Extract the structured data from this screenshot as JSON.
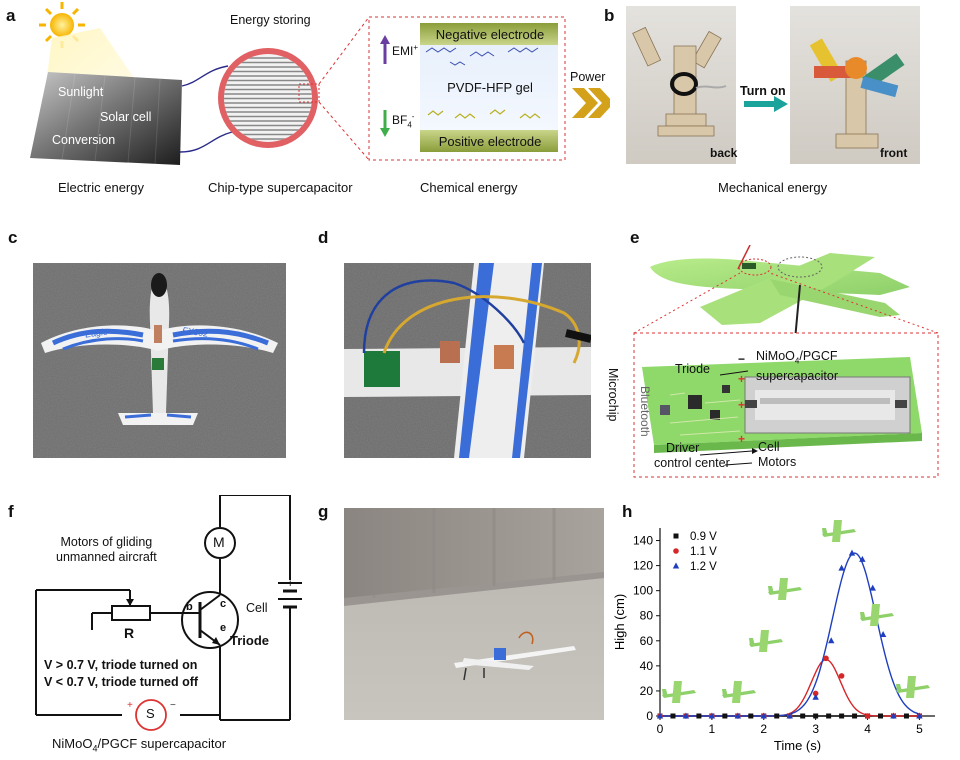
{
  "panel_labels": {
    "a": "a",
    "b": "b",
    "c": "c",
    "d": "d",
    "e": "e",
    "f": "f",
    "g": "g",
    "h": "h"
  },
  "a": {
    "solar_texts": [
      "Sunlight",
      "Solar cell",
      "Conversion"
    ],
    "energy_storing": "Energy storing",
    "gel": {
      "neg": "Negative electrode",
      "gel": "PVDF-HFP gel",
      "pos": "Positive electrode",
      "emi": "EMI",
      "emi_sup": "+",
      "bf": "BF",
      "bf_sub": "4",
      "bf_sup": "-"
    },
    "power": "Power",
    "captions": [
      "Electric energy",
      "Chip-type supercapacitor",
      "Chemical energy"
    ]
  },
  "b": {
    "back": "back",
    "front": "front",
    "turn_on": "Turn on",
    "caption": "Mechanical energy"
  },
  "c": {
    "wing_left": "Eagle",
    "wing_right": "FX802"
  },
  "e": {
    "minus": "−",
    "plus": "+",
    "microchip": "Microchip",
    "triode": "Triode",
    "bluetooth": "Bluetooth",
    "super1": "NiMoO",
    "super1_sub": "4",
    "super1_rest": "/PGCF",
    "super2": "supercapacitor",
    "driver": "Driver",
    "control": "control center",
    "cell": "Cell",
    "motors": "Motors"
  },
  "f": {
    "motors1": "Motors of gliding",
    "motors2": "unmanned aircraft",
    "m": "M",
    "r": "R",
    "b": "b",
    "c": "c",
    "e": "e",
    "triode": "Triode",
    "cell": "Cell",
    "plus": "+",
    "minus": "−",
    "s": "S",
    "cond_on": "V > 0.7 V, triode turned on",
    "cond_off": "V < 0.7 V, triode turned off",
    "cap_main": "NiMoO",
    "cap_sub": "4",
    "cap_rest": "/PGCF supercapacitor"
  },
  "chart_data": {
    "type": "scatter",
    "xlabel": "Time (s)",
    "ylabel": "High (cm)",
    "xlim": [
      0,
      5.3
    ],
    "ylim": [
      0,
      150
    ],
    "xticks": [
      0,
      1,
      2,
      3,
      4,
      5
    ],
    "yticks": [
      0,
      20,
      40,
      60,
      80,
      100,
      120,
      140
    ],
    "legend": "top-left",
    "series": [
      {
        "name": "0.9 V",
        "color": "#111111",
        "marker": "square",
        "x": [
          0,
          0.25,
          0.5,
          0.75,
          1,
          1.25,
          1.5,
          1.75,
          2,
          2.25,
          2.5,
          2.75,
          3,
          3.25,
          3.5,
          3.75,
          4,
          4.25,
          4.5,
          4.75,
          5
        ],
        "y": [
          0,
          0,
          0,
          0,
          0,
          0,
          0,
          0,
          0,
          0,
          0,
          0,
          0,
          0,
          0,
          0,
          0,
          0,
          0,
          0,
          0
        ],
        "fit_peak": 0
      },
      {
        "name": "1.1 V",
        "color": "#d62728",
        "marker": "circle",
        "x": [
          0,
          0.5,
          1,
          1.5,
          2,
          2.5,
          3,
          3.2,
          3.5,
          4,
          4.5,
          5
        ],
        "y": [
          0,
          0,
          0,
          0,
          0,
          0,
          18,
          46,
          32,
          0,
          0,
          0
        ],
        "fit_peak": 45,
        "fit_center": 3.2,
        "fit_sigma": 0.28
      },
      {
        "name": "1.2 V",
        "color": "#1f3fbf",
        "marker": "triangle",
        "x": [
          0,
          0.5,
          1,
          1.5,
          2,
          2.5,
          3,
          3.3,
          3.5,
          3.7,
          3.9,
          4.1,
          4.3,
          4.5,
          5
        ],
        "y": [
          0,
          0,
          0,
          0,
          0,
          0,
          15,
          60,
          118,
          130,
          125,
          102,
          65,
          0,
          0
        ],
        "fit_peak": 130,
        "fit_center": 3.75,
        "fit_sigma": 0.42
      }
    ]
  }
}
